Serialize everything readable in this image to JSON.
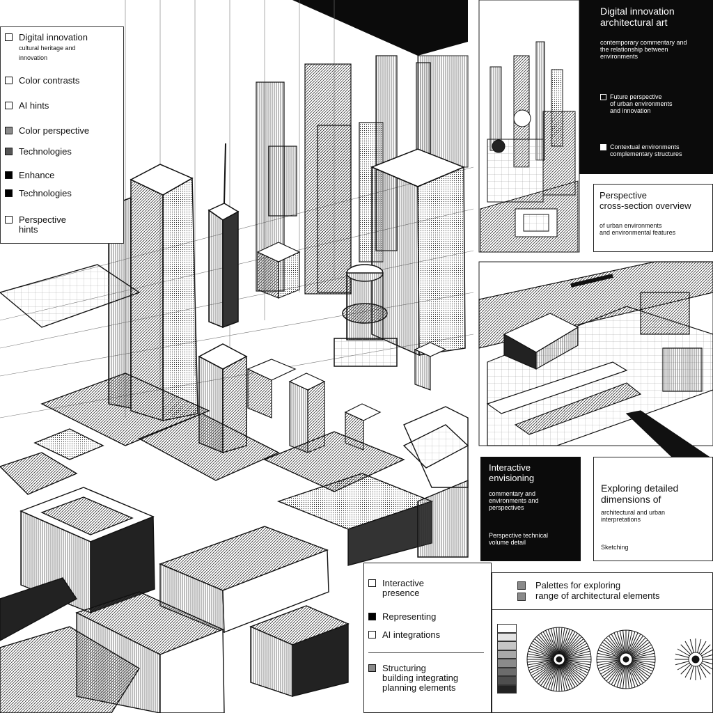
{
  "legend_main": {
    "items": [
      {
        "label": "Digital innovation",
        "sub": "cultural heritage and\ninnovation",
        "swatch": "#ffffff"
      },
      {
        "label": "Color contrasts",
        "sub": "",
        "swatch": "#ffffff"
      },
      {
        "label": "AI hints",
        "sub": "",
        "swatch": "#ffffff"
      },
      {
        "label": "Color perspective",
        "sub": "",
        "swatch": "#8a8a8a"
      },
      {
        "label": "Technologies",
        "sub": "",
        "swatch": "#555555"
      },
      {
        "label": "Enhance",
        "sub": "",
        "swatch": "#000000"
      },
      {
        "label": "Technologies",
        "sub": "",
        "swatch": "#000000"
      },
      {
        "label": "Perspective\nhints",
        "sub": "",
        "swatch": "#ffffff"
      }
    ]
  },
  "top_right_panel": {
    "title": "Digital innovation\narchitectural art",
    "body": "contemporary commentary and\nthe relationship between\nenvironments",
    "item1": "Future perspective\nof urban environments\nand innovation",
    "item2": "Contextual environments\ncomplementary structures"
  },
  "mid_right_panel": {
    "title": "Perspective\ncross-section overview",
    "body": "of urban environments\nand environmental features"
  },
  "lower_mid_panel": {
    "title": "Interactive\nenvisioning",
    "body": "commentary and\nenvironments and\nperspectives",
    "footer": "Perspective technical\nvolume detail"
  },
  "lower_right_panel": {
    "title": "Exploring detailed\ndimensions of",
    "body": "architectural and urban\ninterpretations",
    "footer": "Sketching"
  },
  "bottom_legend": {
    "items": [
      {
        "label": "Interactive\npresence",
        "swatch": "#ffffff"
      },
      {
        "label": "Representing",
        "swatch": "#000000"
      },
      {
        "label": "AI integrations",
        "swatch": "#ffffff"
      }
    ],
    "items2": [
      {
        "label": "Structuring\nbuilding integrating\nplanning elements",
        "swatch": "#8a8a8a"
      }
    ]
  },
  "bottom_right_panel": {
    "title": "Palettes for exploring\nrange of architectural elements",
    "palette": [
      "#ffffff",
      "#e4e4e4",
      "#c6c6c6",
      "#a8a8a8",
      "#8a8a8a",
      "#6c6c6c",
      "#4e4e4e",
      "#222222"
    ]
  }
}
